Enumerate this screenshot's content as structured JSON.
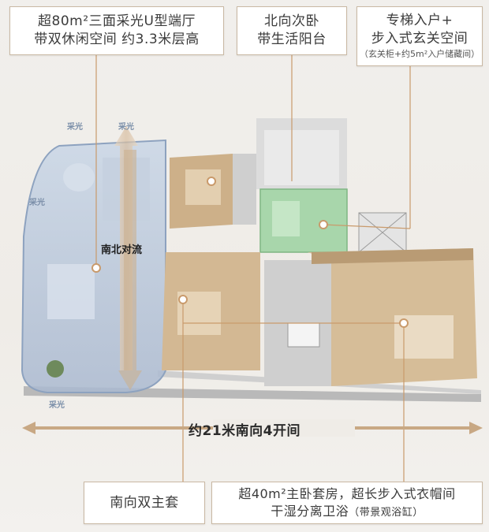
{
  "callouts": {
    "living": {
      "line1": "超80m²三面采光U型端厅",
      "line2": "带双休闲空间  约3.3米层高"
    },
    "north_bedroom": {
      "line1": "北向次卧",
      "line2": "带生活阳台"
    },
    "entry": {
      "line1": "专梯入户+",
      "line2": "步入式玄关空间",
      "note": "（玄关柜+约5m²入户储藏间）"
    },
    "south_master": {
      "line1": "南向双主套"
    },
    "master_suite": {
      "line1": "超40m²主卧套房，超长步入式衣帽间",
      "line2": "干湿分离卫浴",
      "line2_tail": "（带景观浴缸）"
    }
  },
  "plan": {
    "airflow_label": "南北对流",
    "frontage_label": "约21米南向4开间",
    "light_tag": "采光",
    "colors": {
      "living": "#aebfd6",
      "bedroom": "#cfb48f",
      "green": "#9fd1a2",
      "accent": "#b7926b",
      "arrow": "#d9c1a6"
    }
  }
}
